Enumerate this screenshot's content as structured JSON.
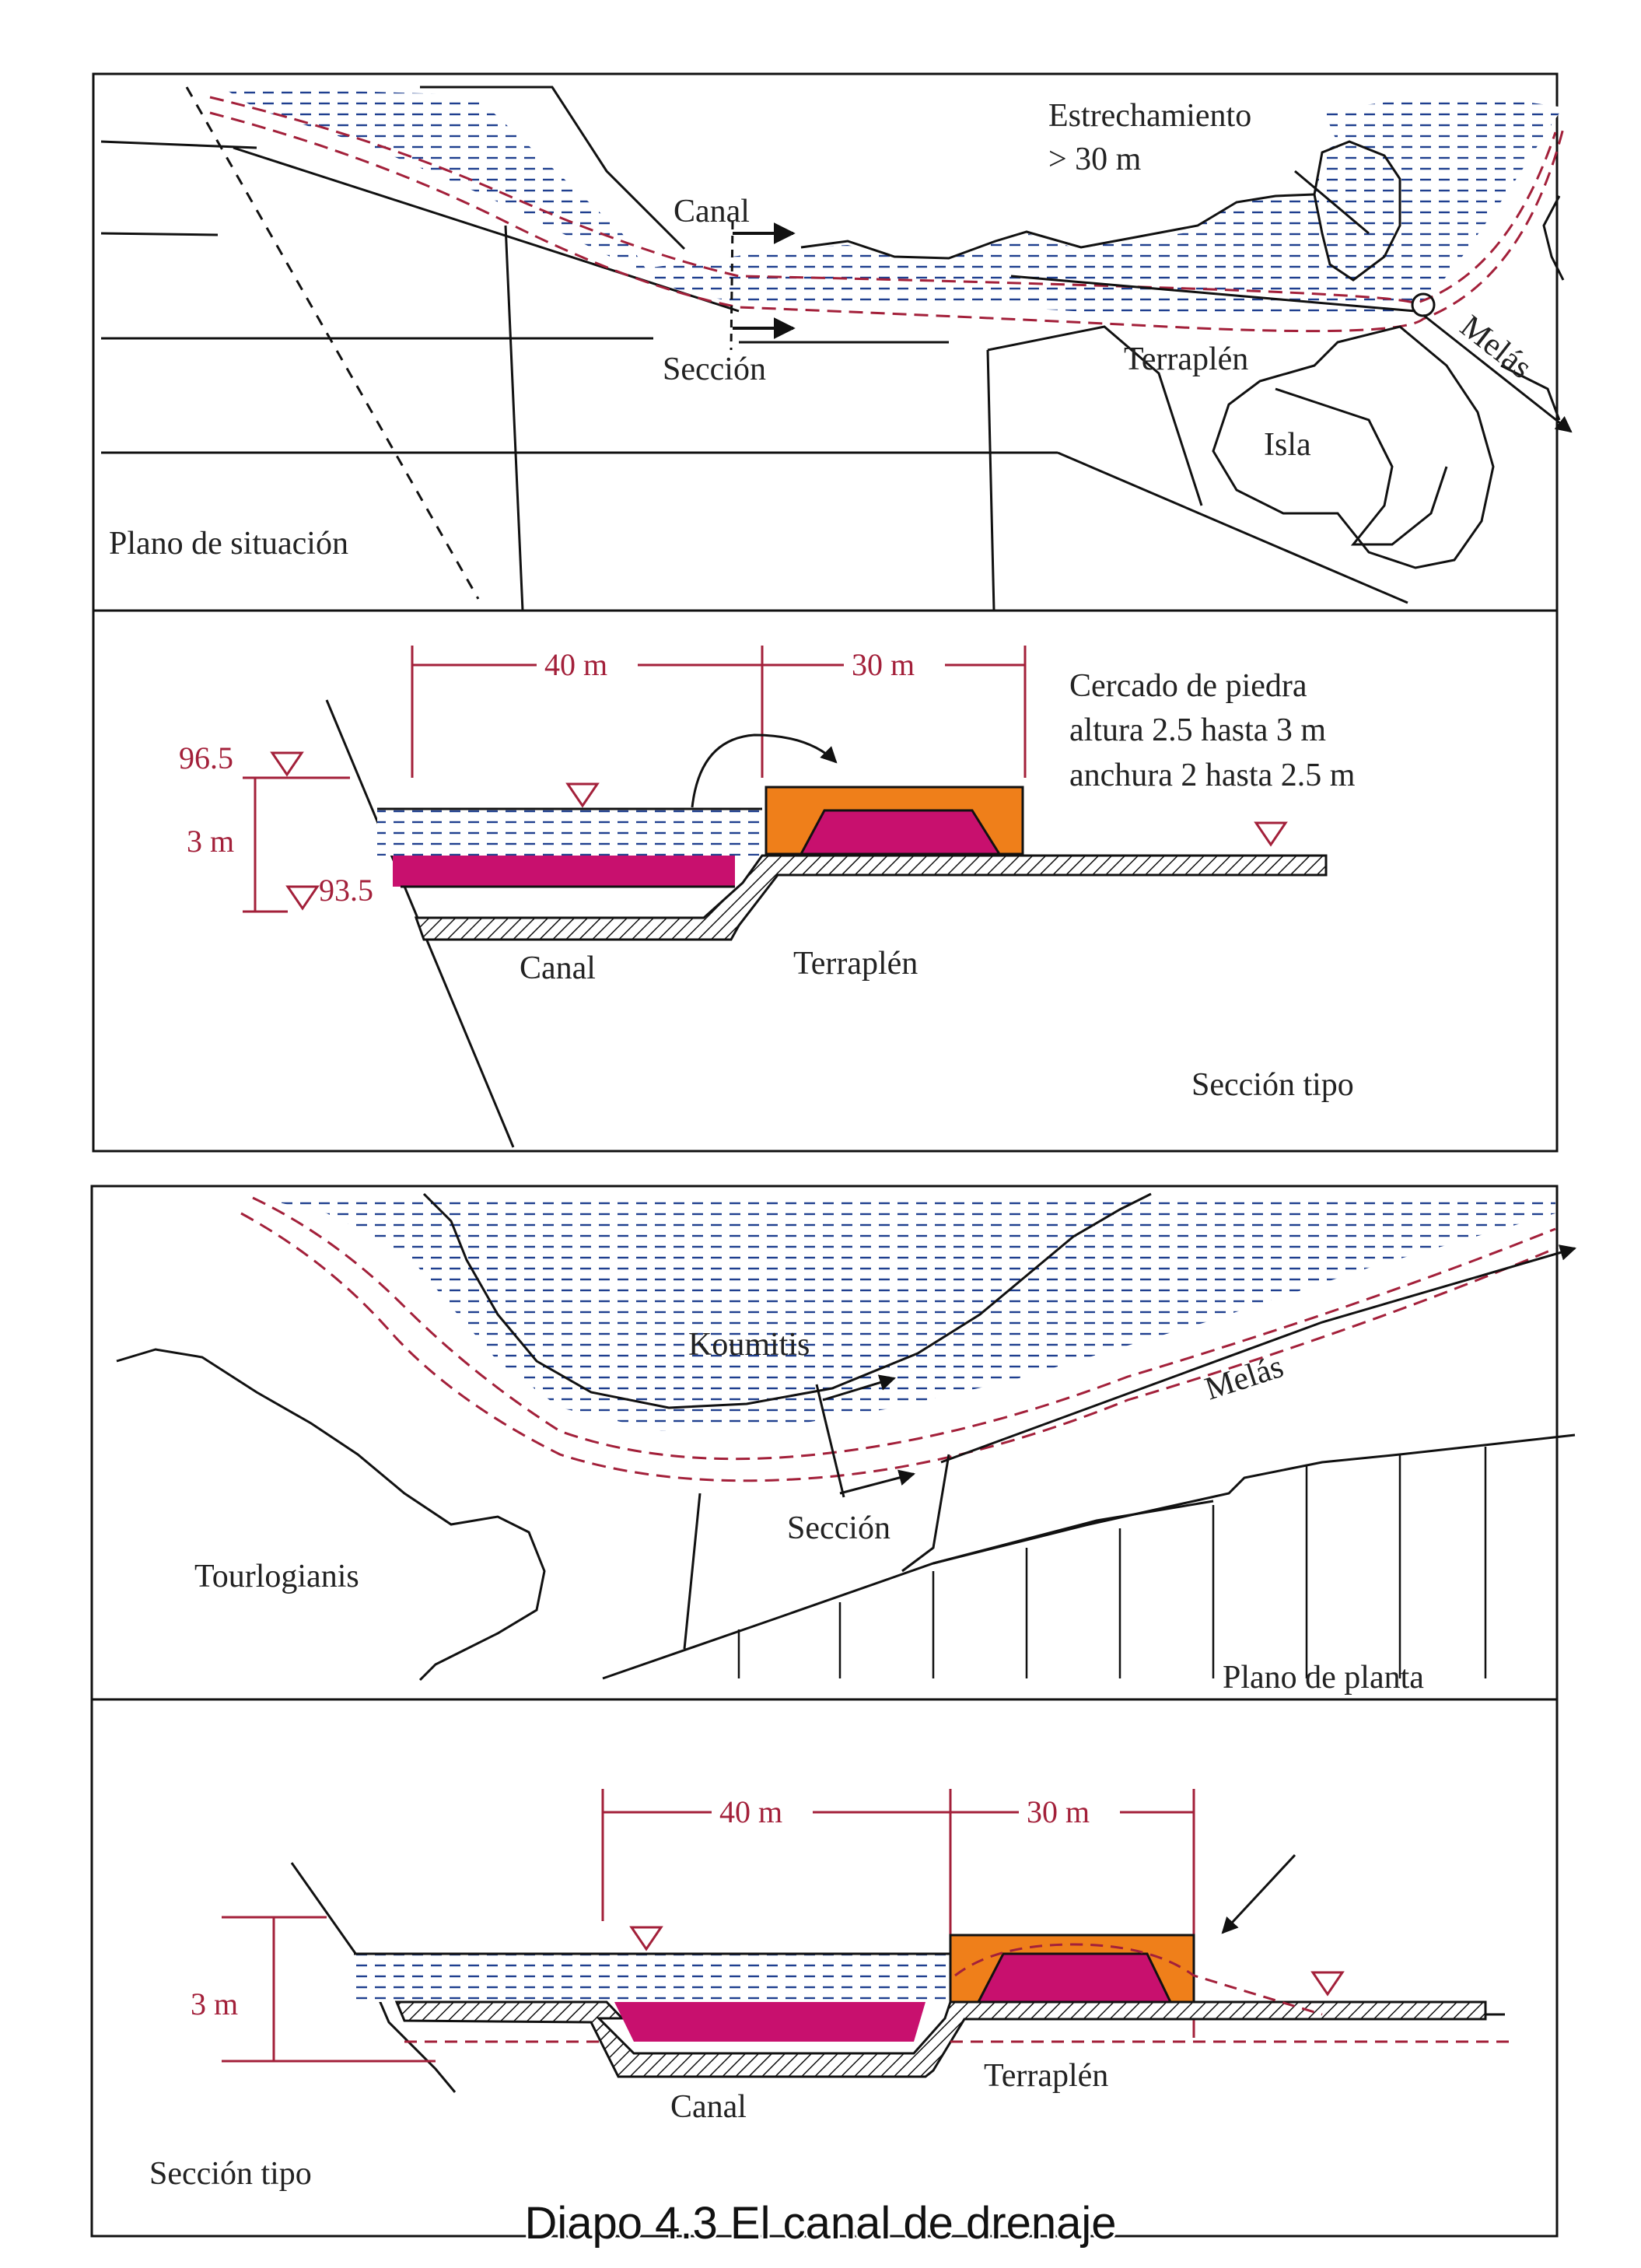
{
  "panel1": {
    "label_narrowing": "Estrechamiento",
    "label_narrowing_width": "> 30 m",
    "label_canal": "Canal",
    "label_section": "Sección",
    "label_embankment": "Terraplén",
    "label_river": "Melás",
    "label_island": "Isla",
    "title": "Plano de situación"
  },
  "panel2": {
    "dim_canal": "40 m",
    "dim_embankment": "30 m",
    "note_line1": "Cercado de piedra",
    "note_line2": "altura 2.5 hasta 3 m",
    "note_line3": "anchura 2 hasta 2.5 m",
    "level_top": "96.5",
    "level_bottom": "93.5",
    "height": "3 m",
    "label_canal": "Canal",
    "label_embankment": "Terraplén",
    "title": "Sección tipo"
  },
  "panel3": {
    "label_koumitis": "Koumitis",
    "label_river": "Melás",
    "label_section": "Sección",
    "label_tourlogianis": "Tourlogianis",
    "title": "Plano de planta"
  },
  "panel4": {
    "dim_canal": "40 m",
    "dim_embankment": "30 m",
    "height": "3 m",
    "label_canal": "Canal",
    "label_embankment": "Terraplén",
    "title": "Sección tipo"
  },
  "caption": "Diapo 4.3 El canal de drenaje",
  "colors": {
    "water": "#1f3f8f",
    "red_dash": "#a3203a",
    "magenta": "#c8106e",
    "orange": "#ef7f1a",
    "black": "#111111"
  }
}
